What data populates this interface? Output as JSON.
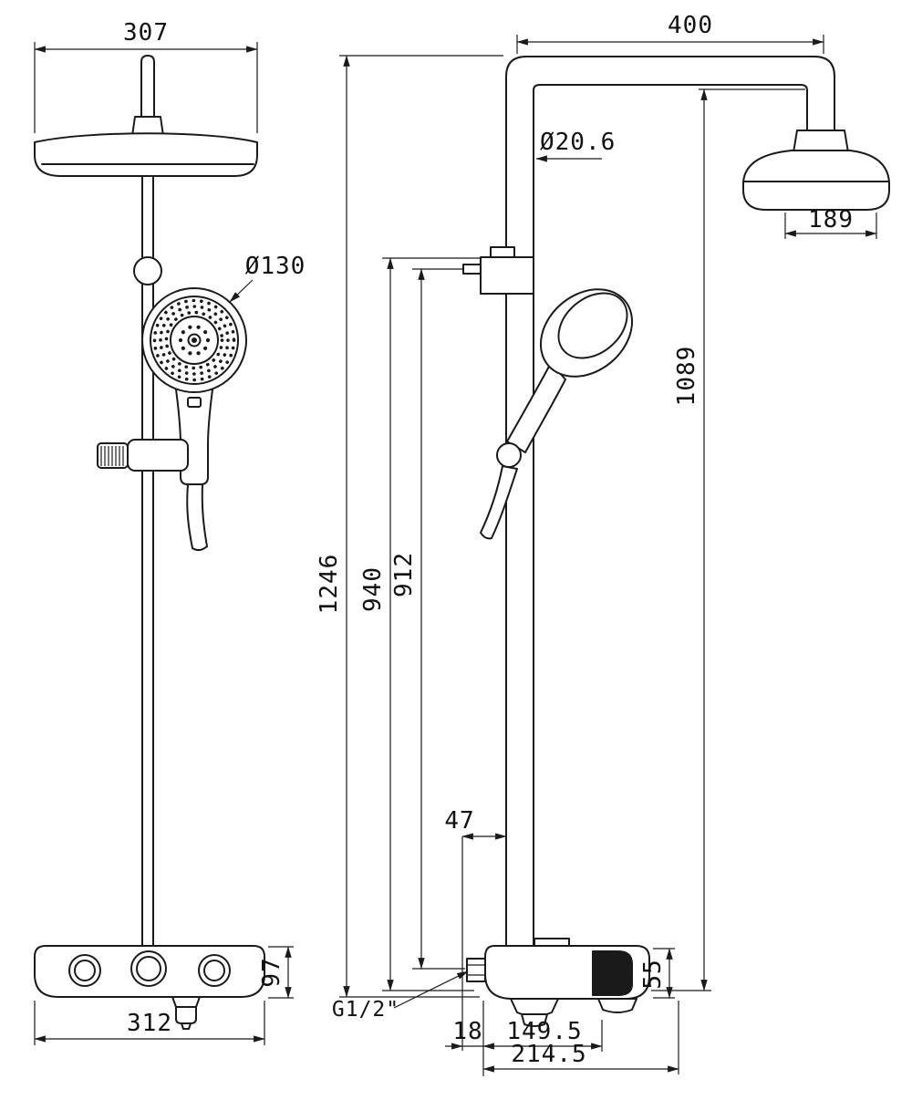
{
  "front_view": {
    "head_width": "307",
    "hand_shower_diameter": "Ø130",
    "body_width": "312",
    "body_height": "97"
  },
  "side_view": {
    "arm_length": "400",
    "pipe_diameter": "Ø20.6",
    "head_depth": "189",
    "total_height": "1246",
    "riser_height": "940",
    "hose_height": "912",
    "head_height": "1089",
    "pipe_offset": "47",
    "body_height": "55",
    "inlet_thread": "G1/2\"",
    "spout_offset": "18",
    "spout_reach": "149.5",
    "body_depth": "214.5"
  }
}
